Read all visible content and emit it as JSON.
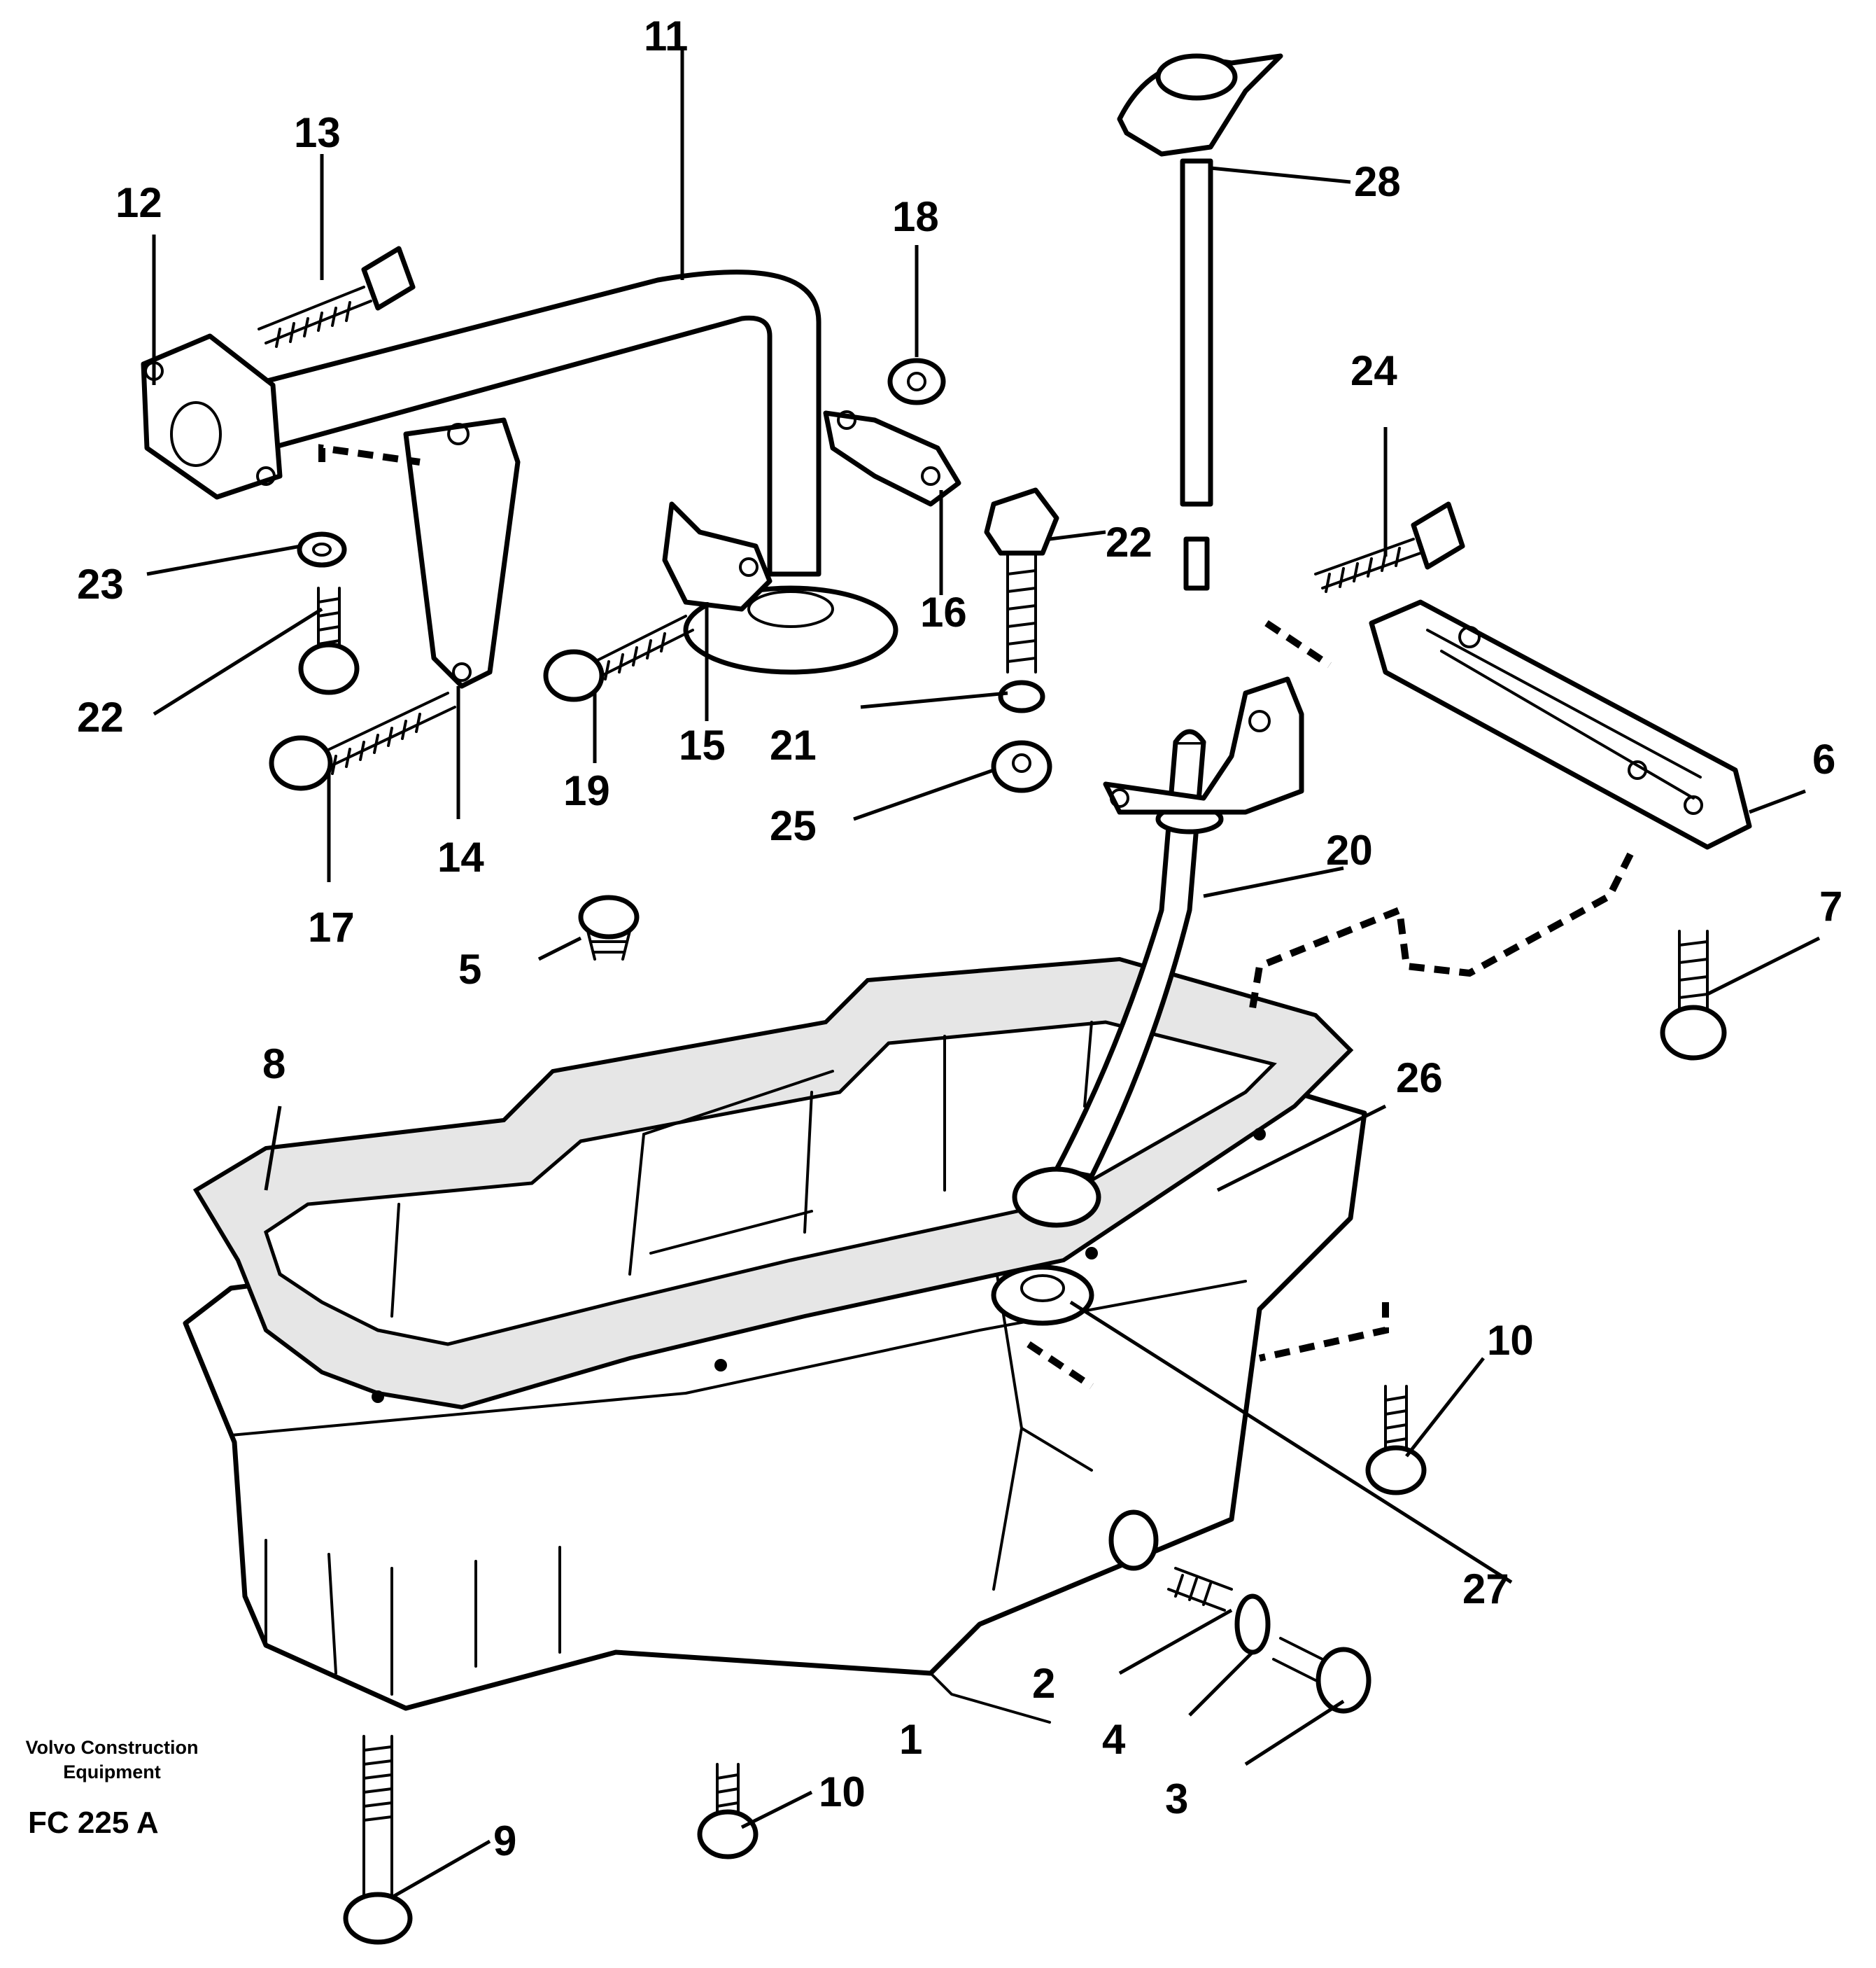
{
  "diagram": {
    "caption_line1": "Volvo Construction",
    "caption_line2": "Equipment",
    "drawing_code": "FC 225 A",
    "callouts": {
      "c1": "1",
      "c2": "2",
      "c3": "3",
      "c4": "4",
      "c5": "5",
      "c6": "6",
      "c7": "7",
      "c8": "8",
      "c9": "9",
      "c10a": "10",
      "c10b": "10",
      "c11": "11",
      "c12": "12",
      "c13": "13",
      "c14": "14",
      "c15": "15",
      "c16": "16",
      "c17": "17",
      "c18": "18",
      "c19": "19",
      "c20": "20",
      "c21": "21",
      "c22a": "22",
      "c22b": "22",
      "c23": "23",
      "c24": "24",
      "c25": "25",
      "c26": "26",
      "c27": "27",
      "c28": "28"
    }
  }
}
